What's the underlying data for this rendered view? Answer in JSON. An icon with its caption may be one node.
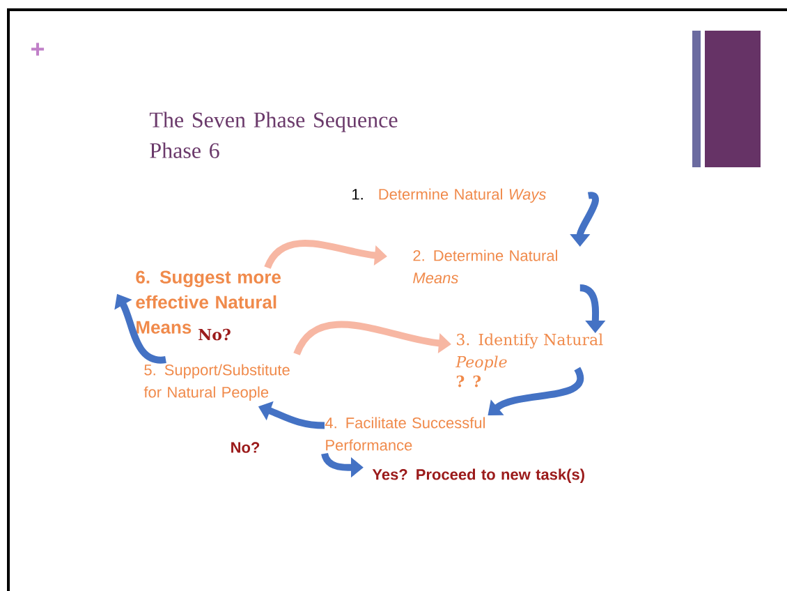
{
  "diagram": {
    "title": "The Seven Phase Sequence Phase 6",
    "nodes": [
      {
        "text": [
          "1.",
          "Determine Natural *Ways*"
        ]
      },
      {
        "text": [
          "2. Determine Natural *Means*"
        ]
      },
      {
        "text": [
          "3. Identify Natural *People*",
          "? ?"
        ]
      },
      {
        "text": [
          "4. Facilitate Successful Performance"
        ]
      },
      {
        "text": [
          "5. Support/Substitute for Natural People"
        ]
      },
      {
        "text": [
          "6. Suggest more effective Natural Means"
        ]
      },
      {
        "text": [
          "Yes? Proceed to new task(s)"
        ]
      }
    ],
    "edges": [
      {
        "from": 0,
        "to": 1,
        "arrow": "to"
      },
      {
        "from": 1,
        "to": 2,
        "arrow": "to"
      },
      {
        "from": 2,
        "to": 3,
        "arrow": "to"
      },
      {
        "from": 3,
        "to": 4,
        "arrow": "to"
      },
      {
        "from": 4,
        "to": 5,
        "arrow": "to"
      },
      {
        "from": 5,
        "to": 1,
        "arrow": "to",
        "color": "#f7b7a3"
      },
      {
        "from": 4,
        "to": 2,
        "arrow": "to",
        "color": "#f7b7a3"
      },
      {
        "from": 3,
        "to": 6,
        "arrow": "to"
      }
    ],
    "labels": [
      "+",
      "No?",
      "No?"
    ]
  }
}
